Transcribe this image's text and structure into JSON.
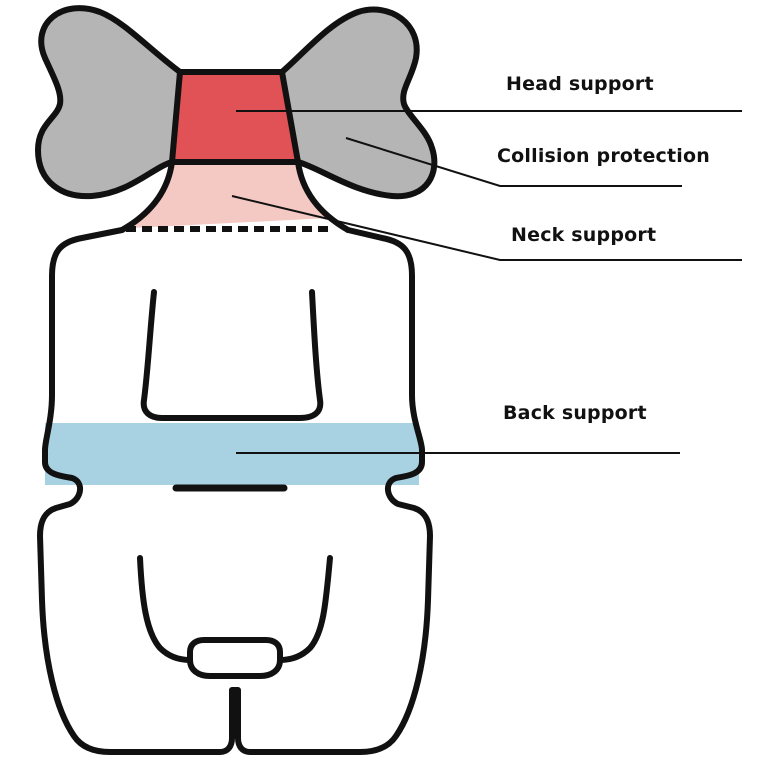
{
  "labels": {
    "head_support": "Head support",
    "collision_protection": "Collision protection",
    "neck_support": "Neck support",
    "back_support": "Back support"
  },
  "colors": {
    "head_support": "#e05256",
    "neck_support": "#f4c9c3",
    "collision_protection": "#b5b5b5",
    "back_support": "#a8d2e2",
    "outline": "#111111",
    "background": "#ffffff"
  }
}
